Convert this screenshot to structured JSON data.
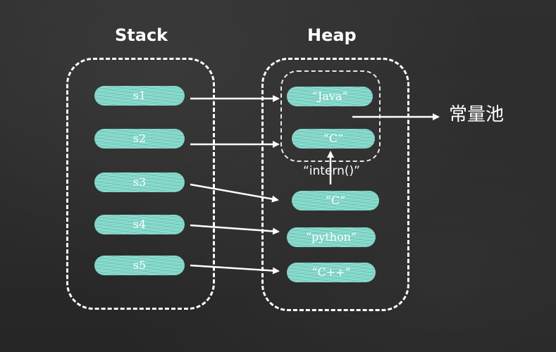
{
  "stack": {
    "title": "Stack",
    "vars": [
      "s1",
      "s2",
      "s3",
      "s4",
      "s5"
    ]
  },
  "heap": {
    "title": "Heap",
    "pool": {
      "label": "常量池",
      "items": [
        "“Java”",
        "“C”"
      ]
    },
    "objects": [
      "“C”",
      "“python”",
      "“C++”"
    ],
    "intern_label": "“intern()”"
  },
  "colors": {
    "background": "#2b2b2b",
    "pill": "#7fd7c8",
    "line": "#ffffff"
  }
}
